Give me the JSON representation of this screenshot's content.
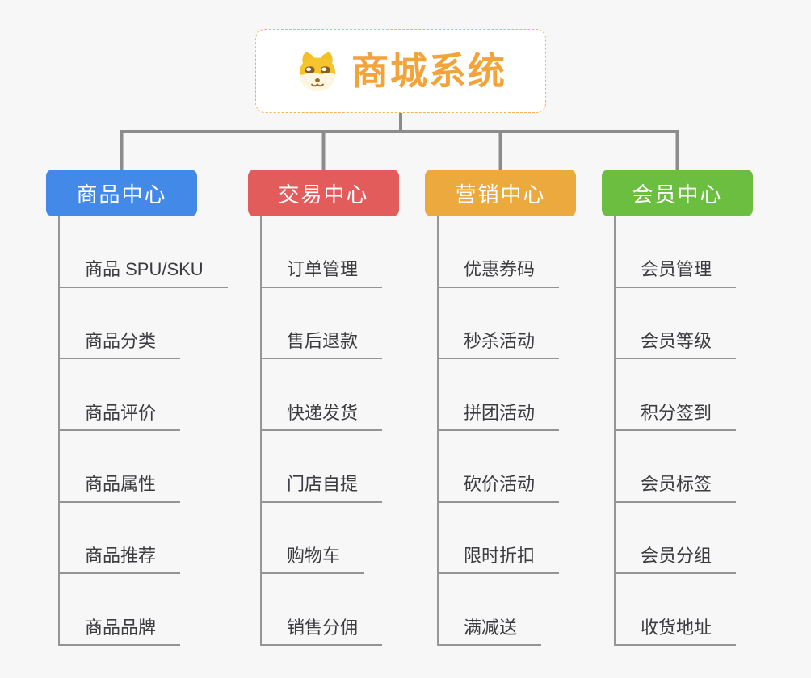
{
  "canvas": {
    "background": "#f7f7f8"
  },
  "root": {
    "title": "商城系统",
    "icon": "doge-logo-icon",
    "title_color": "#f2a43b",
    "border_color": "#f2b35a",
    "fill": "#ffffff"
  },
  "connector_color": "#8c8c8c",
  "leaf_line_color": "#949494",
  "leaf_text_color": "#3b3b40",
  "branches": [
    {
      "label": "商品中心",
      "color": "#4389e8",
      "children": [
        "商品 SPU/SKU",
        "商品分类",
        "商品评价",
        "商品属性",
        "商品推荐",
        "商品品牌"
      ]
    },
    {
      "label": "交易中心",
      "color": "#e25c5c",
      "children": [
        "订单管理",
        "售后退款",
        "快递发货",
        "门店自提",
        "购物车",
        "销售分佣"
      ]
    },
    {
      "label": "营销中心",
      "color": "#eba93e",
      "children": [
        "优惠券码",
        "秒杀活动",
        "拼团活动",
        "砍价活动",
        "限时折扣",
        "满减送"
      ]
    },
    {
      "label": "会员中心",
      "color": "#6cbe41",
      "children": [
        "会员管理",
        "会员等级",
        "积分签到",
        "会员标签",
        "会员分组",
        "收货地址"
      ]
    }
  ]
}
